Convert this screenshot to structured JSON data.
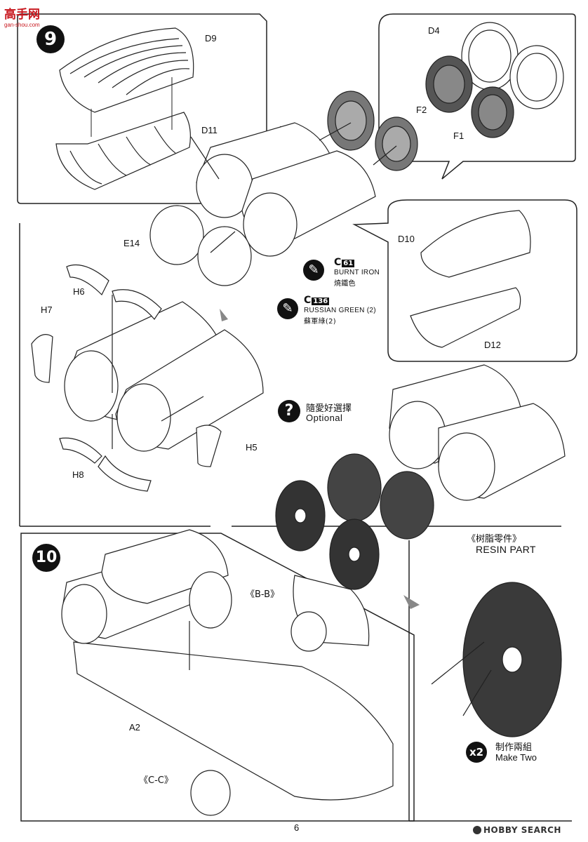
{
  "watermark_top": {
    "site": "gan-shou.com"
  },
  "step9": {
    "number": "9",
    "parts": {
      "d9": "D9",
      "d11": "D11",
      "d4": "D4",
      "f2": "F2",
      "f1": "F1",
      "d10": "D10",
      "d12": "D12",
      "e14": "E14",
      "h6": "H6",
      "h7": "H7",
      "h5": "H5",
      "h8": "H8"
    },
    "paint1": {
      "code_prefix": "C",
      "code_num": "61",
      "name": "BURNT IRON",
      "name_cn": "燒鐵色"
    },
    "paint2": {
      "code_prefix": "C",
      "code_num": "136",
      "name": "RUSSIAN GREEN (2)",
      "name_cn": "蘇軍綠(2)"
    },
    "optional": {
      "cn": "隨愛好選擇",
      "en": "Optional",
      "icon": "question-mark-icon"
    }
  },
  "step10": {
    "number": "10",
    "parts": {
      "a2": "A2"
    },
    "section_bb": "《B-B》",
    "section_cc": "《C-C》",
    "resin": {
      "cn": "《树脂零件》",
      "en": "RESIN PART"
    },
    "make_two": {
      "badge": "x2",
      "cn": "制作兩組",
      "en": "Make Two"
    }
  },
  "footer": {
    "page_number": "6",
    "watermark": "HOBBY SEARCH"
  }
}
